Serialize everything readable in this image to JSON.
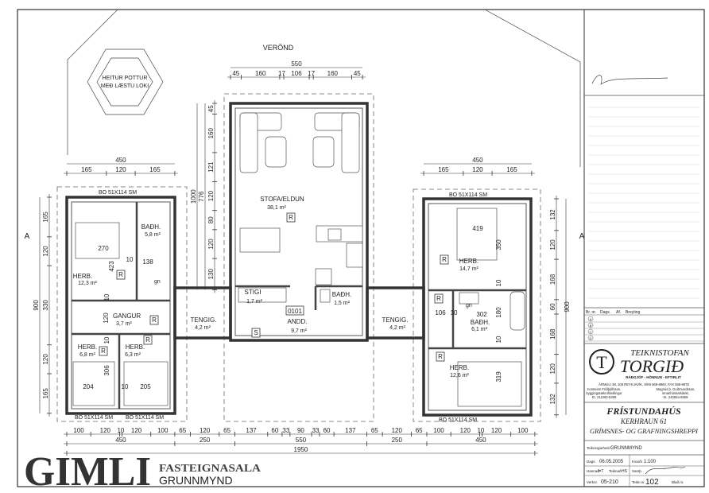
{
  "plan": {
    "veranda": "VERÖND",
    "hot_tub": [
      "HEITUR POTTUR",
      "MEÐ LÆSTU LOKI"
    ],
    "section_marker": "A",
    "window_label": "BO 51X114 SM",
    "room_marker": "R",
    "room_marker_s": "S",
    "room_number": "0101",
    "rooms": [
      {
        "name": "STOFA/ELDUN",
        "area": "38,1 m²"
      },
      {
        "name": "STIGI",
        "area": "1,7 m²"
      },
      {
        "name": "ANDD.",
        "area": "9,7 m²"
      },
      {
        "name": "BAÐH.",
        "area": "1,5 m²"
      },
      {
        "name": "TENGIG.",
        "area": "4,2 m²"
      },
      {
        "name": "TENGIG.",
        "area": "4,2 m²"
      },
      {
        "name": "BAÐH.",
        "area": "5,8 m²"
      },
      {
        "name": "HERB.",
        "area": "12,3 m²"
      },
      {
        "name": "GANGUR",
        "area": "3,7 m²"
      },
      {
        "name": "HERB.",
        "area": "6,8 m²"
      },
      {
        "name": "HERB.",
        "area": "6,3 m²"
      },
      {
        "name": "HERB.",
        "area": "14,7 m²"
      },
      {
        "name": "BAÐH.",
        "area": "6,1 m²"
      },
      {
        "name": "HERB.",
        "area": "12,6 m²"
      }
    ],
    "fixture_gn": "gn",
    "inner_dims_left": [
      "270",
      "423",
      "10",
      "138",
      "120",
      "10",
      "10",
      "306",
      "204",
      "10",
      "205"
    ],
    "inner_dims_right": [
      "419",
      "350",
      "10",
      "106",
      "10",
      "302",
      "180",
      "10",
      "319"
    ]
  },
  "dimensions": {
    "top_center_total": "550",
    "top_center": [
      45,
      160,
      17,
      106,
      17,
      160,
      45
    ],
    "left_wing_total": "450",
    "left_wing": [
      165,
      120,
      165
    ],
    "right_wing_total": "450",
    "right_wing": [
      165,
      120,
      165
    ],
    "left_side_total": "900",
    "left_side": [
      165,
      120,
      330,
      120,
      165
    ],
    "right_side_total": "900",
    "right_side": [
      132,
      120,
      168,
      60,
      168,
      120,
      132
    ],
    "center_side_totals": [
      "1000",
      "776"
    ],
    "center_side": [
      45,
      160,
      121,
      120,
      80,
      120,
      130
    ],
    "bottom_row1": [
      100,
      120,
      10,
      120,
      100,
      65,
      120,
      65,
      137,
      60,
      33,
      90,
      33,
      60,
      137,
      65,
      120,
      65,
      100,
      120,
      10,
      120,
      100
    ],
    "bottom_row2": [
      450,
      250,
      550,
      250,
      450
    ],
    "bottom_total": [
      1950
    ]
  },
  "title_block": {
    "revision_headers": [
      "Br. nr.",
      "Dags.",
      "Af.",
      "Breyting"
    ],
    "revision_rows": [
      "A",
      "B",
      "C",
      "D"
    ],
    "firm_top": "TEIKNISTOFAN",
    "firm_name": "TORGIÐ",
    "firm_tagline": "RÁÐGJÖF - HÖNNUN - EFTIRLIT",
    "firm_address": "ÁRMÚLI 36, 108 REYKJAVÍK, SÍMI 568-8860, FAX 568-8878",
    "designer1": [
      "Þorsteinn Friðþjófsson,",
      "byggingatæknifræðingur",
      "Kt. 211050-5299"
    ],
    "designer2": [
      "Magnús þ. Guðmundsson,",
      "innanhússarkitekt,",
      "Kt. 240654-5559"
    ],
    "project_type": "FRÍSTUNDAHÚS",
    "project_address": "KERHRAUN 61",
    "project_area": "GRÍMSNES- OG GRAFNINGSHREPPI",
    "drawing_name_label": "Teikningarheiti:",
    "drawing_name": "GRUNNMYND",
    "date_label": "Dags.",
    "date": "06.05.2005",
    "scale_label": "Kvarði",
    "scale": "1:100",
    "designed_label": "Hannað",
    "designed": "ÞT",
    "drawn_label": "Teiknað",
    "drawn": "HS",
    "approved_label": "Samþ.",
    "job_no_label": "Verknr.",
    "job_no": "05-210",
    "drawing_no_label": "Teikn.nr.",
    "drawing_no": "102",
    "sheet_label": "Blað.nr."
  },
  "watermark": {
    "logo": "GIMLI",
    "subtitle": "FASTEIGNASALA",
    "caption": "GRUNNMYND"
  }
}
